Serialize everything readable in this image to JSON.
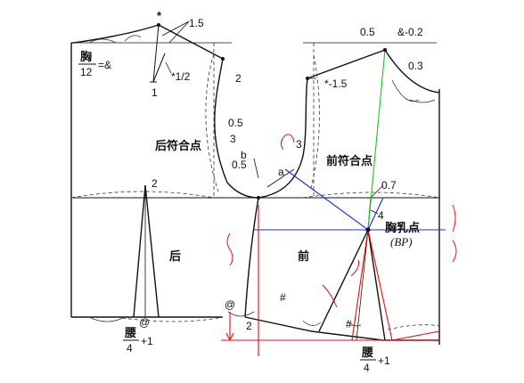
{
  "labels": {
    "star_top": "*",
    "v_1_5_top": "1.5",
    "chest_num": "胸",
    "chest_den": "12",
    "chest_eq": "=&",
    "star_half": "*1/2",
    "one_left": "1",
    "two_back_armhole": "2",
    "v05_back": "0.5",
    "three_back": "3",
    "back_match": "后符合点",
    "b_mark": "b",
    "v05_lower": "0.5",
    "a_mark": "a",
    "three_front": "3",
    "front_match": "前符合点",
    "front_star": "*-1.5",
    "v05_top_right": "0.5",
    "amp_02": "&-0.2",
    "v03": "0.3",
    "v07": "0.7",
    "four": "4",
    "bust_point": "胸乳点",
    "bp": "(BP)",
    "two_back_dart": "2",
    "back_label": "后",
    "front_label": "前",
    "hash_upper": "#",
    "at_left": "@",
    "at_center": "@",
    "two_bottom": "2",
    "hash_lower": "#",
    "waist_left_num": "腰",
    "waist_left_den": "4",
    "waist_left_plus": "+1",
    "waist_right_num": "腰",
    "waist_right_den": "4",
    "waist_right_plus": "+1"
  },
  "colors": {
    "ink": "#111111",
    "blue": "#1030e0",
    "red": "#e01010",
    "green": "#20c020",
    "dash": "#333333"
  }
}
